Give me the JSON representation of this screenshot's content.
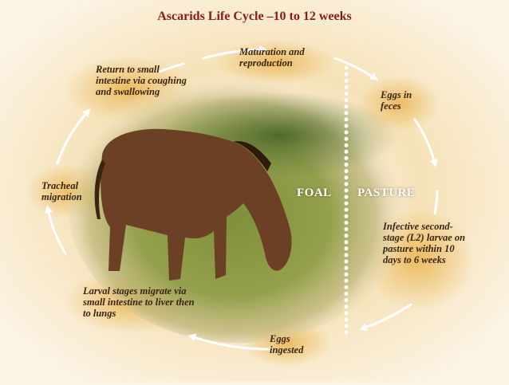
{
  "title": "Ascarids Life Cycle –10 to 12 weeks",
  "stages": {
    "maturation": "Maturation and reproduction",
    "eggs_in_feces": "Eggs in feces",
    "infective_larvae": "Infective second-stage (L2) larvae on pasture within 10 days to 6 weeks",
    "eggs_ingested": "Eggs ingested",
    "larval_migration": "Larval stages migrate via small intestine to liver then to lungs",
    "tracheal_migration": "Tracheal migration",
    "return_to_intestine": "Return to small intestine via coughing and swallowing"
  },
  "zones": {
    "foal": "FOAL",
    "pasture": "PASTURE"
  },
  "colors": {
    "title": "#8a1a1c",
    "label_text": "#3b2412",
    "cycle_arrow": "#ffffff",
    "glow": "#e9b552",
    "grass": "#8e9b45",
    "horse": "#6b4024"
  }
}
